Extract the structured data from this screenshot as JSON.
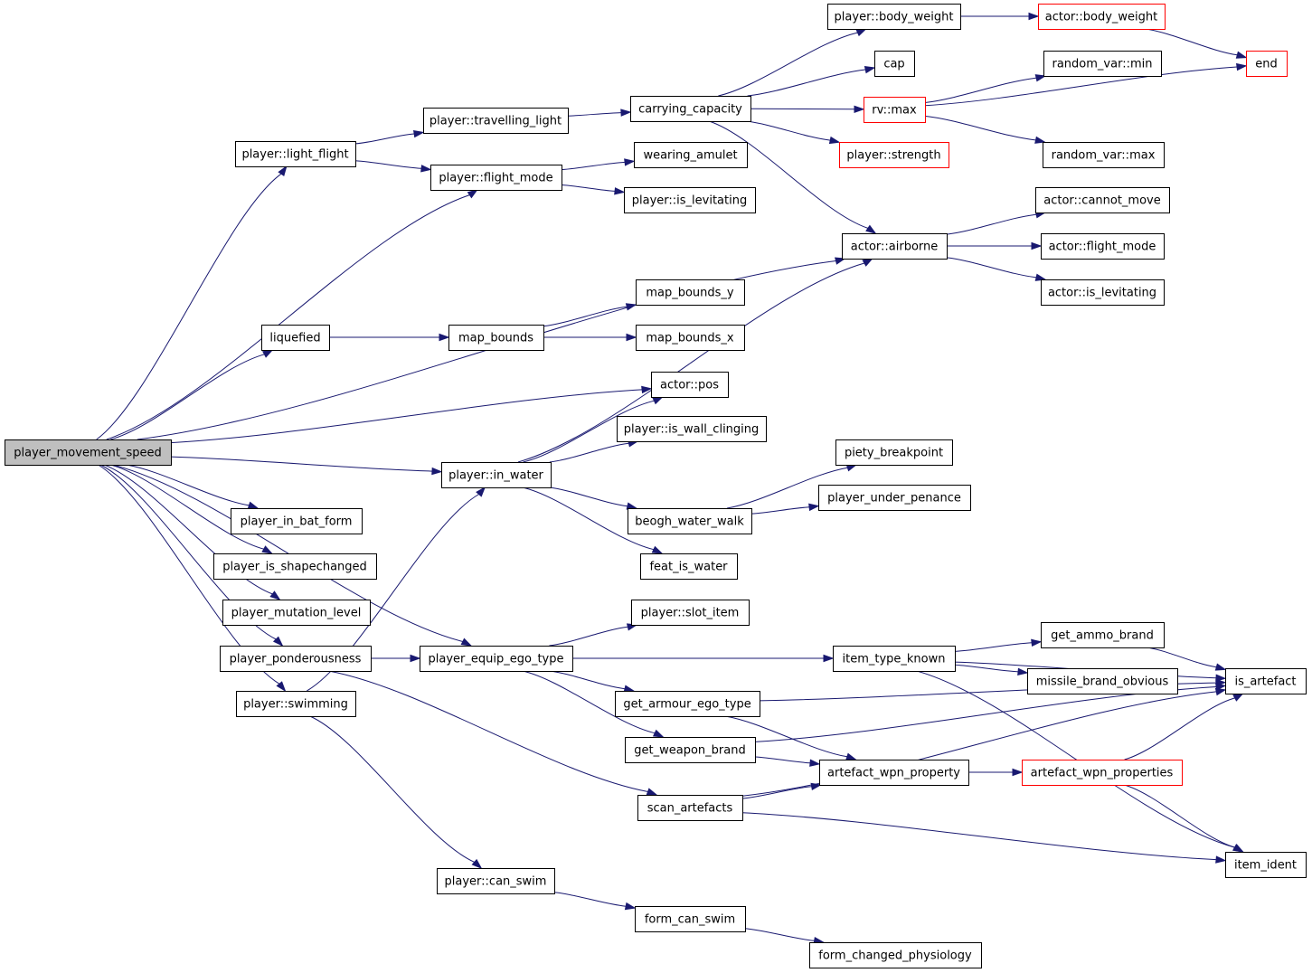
{
  "graph": {
    "colors": {
      "edge": "#191970",
      "node_border": "#000000",
      "node_border_incomplete": "#ff0000",
      "root_fill": "#bfbfbf",
      "node_fill": "#ffffff"
    },
    "nodes": [
      {
        "id": "pms",
        "label": "player_movement_speed",
        "root": true
      },
      {
        "id": "light_flight",
        "label": "player::light_flight"
      },
      {
        "id": "travelling_light",
        "label": "player::travelling_light"
      },
      {
        "id": "carrying_capacity",
        "label": "carrying_capacity"
      },
      {
        "id": "p_body_weight",
        "label": "player::body_weight"
      },
      {
        "id": "a_body_weight",
        "label": "actor::body_weight",
        "incomplete": true
      },
      {
        "id": "end",
        "label": "end",
        "incomplete": true
      },
      {
        "id": "cap",
        "label": "cap"
      },
      {
        "id": "rv_max",
        "label": "rv::max",
        "incomplete": true
      },
      {
        "id": "rv_min",
        "label": "random_var::min"
      },
      {
        "id": "rvar_max",
        "label": "random_var::max"
      },
      {
        "id": "p_strength",
        "label": "player::strength",
        "incomplete": true
      },
      {
        "id": "p_flight_mode",
        "label": "player::flight_mode"
      },
      {
        "id": "wearing_amulet",
        "label": "wearing_amulet"
      },
      {
        "id": "p_is_levitating",
        "label": "player::is_levitating"
      },
      {
        "id": "a_airborne",
        "label": "actor::airborne"
      },
      {
        "id": "a_cannot_move",
        "label": "actor::cannot_move"
      },
      {
        "id": "a_flight_mode",
        "label": "actor::flight_mode"
      },
      {
        "id": "a_is_levitating",
        "label": "actor::is_levitating"
      },
      {
        "id": "liquefied",
        "label": "liquefied"
      },
      {
        "id": "map_bounds",
        "label": "map_bounds"
      },
      {
        "id": "map_bounds_y",
        "label": "map_bounds_y"
      },
      {
        "id": "map_bounds_x",
        "label": "map_bounds_x"
      },
      {
        "id": "a_pos",
        "label": "actor::pos"
      },
      {
        "id": "wall_clinging",
        "label": "player::is_wall_clinging"
      },
      {
        "id": "in_water",
        "label": "player::in_water"
      },
      {
        "id": "piety_breakpoint",
        "label": "piety_breakpoint"
      },
      {
        "id": "beogh_water_walk",
        "label": "beogh_water_walk"
      },
      {
        "id": "under_penance",
        "label": "player_under_penance"
      },
      {
        "id": "feat_is_water",
        "label": "feat_is_water"
      },
      {
        "id": "bat_form",
        "label": "player_in_bat_form"
      },
      {
        "id": "shapechanged",
        "label": "player_is_shapechanged"
      },
      {
        "id": "mutation_level",
        "label": "player_mutation_level"
      },
      {
        "id": "ponderousness",
        "label": "player_ponderousness"
      },
      {
        "id": "equip_ego",
        "label": "player_equip_ego_type"
      },
      {
        "id": "slot_item",
        "label": "player::slot_item"
      },
      {
        "id": "item_type_known",
        "label": "item_type_known"
      },
      {
        "id": "ammo_brand",
        "label": "get_ammo_brand"
      },
      {
        "id": "missile_brand",
        "label": "missile_brand_obvious"
      },
      {
        "id": "is_artefact",
        "label": "is_artefact"
      },
      {
        "id": "armour_ego",
        "label": "get_armour_ego_type"
      },
      {
        "id": "weapon_brand",
        "label": "get_weapon_brand"
      },
      {
        "id": "wpn_property",
        "label": "artefact_wpn_property"
      },
      {
        "id": "wpn_properties",
        "label": "artefact_wpn_properties",
        "incomplete": true
      },
      {
        "id": "scan_artefacts",
        "label": "scan_artefacts"
      },
      {
        "id": "item_ident",
        "label": "item_ident"
      },
      {
        "id": "swimming",
        "label": "player::swimming"
      },
      {
        "id": "can_swim",
        "label": "player::can_swim"
      },
      {
        "id": "form_can_swim",
        "label": "form_can_swim"
      },
      {
        "id": "form_changed",
        "label": "form_changed_physiology"
      }
    ],
    "edges": [
      [
        "pms",
        "light_flight"
      ],
      [
        "pms",
        "p_flight_mode"
      ],
      [
        "pms",
        "a_airborne"
      ],
      [
        "pms",
        "liquefied"
      ],
      [
        "pms",
        "a_pos"
      ],
      [
        "pms",
        "in_water"
      ],
      [
        "pms",
        "bat_form"
      ],
      [
        "pms",
        "shapechanged"
      ],
      [
        "pms",
        "mutation_level"
      ],
      [
        "pms",
        "ponderousness"
      ],
      [
        "pms",
        "swimming"
      ],
      [
        "pms",
        "equip_ego"
      ],
      [
        "light_flight",
        "travelling_light"
      ],
      [
        "light_flight",
        "p_flight_mode"
      ],
      [
        "travelling_light",
        "carrying_capacity"
      ],
      [
        "carrying_capacity",
        "p_body_weight"
      ],
      [
        "carrying_capacity",
        "cap"
      ],
      [
        "carrying_capacity",
        "rv_max"
      ],
      [
        "carrying_capacity",
        "p_strength"
      ],
      [
        "carrying_capacity",
        "a_airborne"
      ],
      [
        "p_body_weight",
        "a_body_weight"
      ],
      [
        "a_body_weight",
        "end"
      ],
      [
        "rv_max",
        "rv_min"
      ],
      [
        "rv_max",
        "end"
      ],
      [
        "rv_max",
        "rvar_max"
      ],
      [
        "p_flight_mode",
        "wearing_amulet"
      ],
      [
        "p_flight_mode",
        "p_is_levitating"
      ],
      [
        "a_airborne",
        "a_cannot_move"
      ],
      [
        "a_airborne",
        "a_flight_mode"
      ],
      [
        "a_airborne",
        "a_is_levitating"
      ],
      [
        "liquefied",
        "map_bounds"
      ],
      [
        "map_bounds",
        "map_bounds_y"
      ],
      [
        "map_bounds",
        "map_bounds_x"
      ],
      [
        "in_water",
        "a_pos"
      ],
      [
        "in_water",
        "wall_clinging"
      ],
      [
        "in_water",
        "a_airborne"
      ],
      [
        "in_water",
        "beogh_water_walk"
      ],
      [
        "in_water",
        "feat_is_water"
      ],
      [
        "beogh_water_walk",
        "piety_breakpoint"
      ],
      [
        "beogh_water_walk",
        "under_penance"
      ],
      [
        "ponderousness",
        "equip_ego"
      ],
      [
        "ponderousness",
        "scan_artefacts"
      ],
      [
        "equip_ego",
        "slot_item"
      ],
      [
        "equip_ego",
        "item_type_known"
      ],
      [
        "equip_ego",
        "armour_ego"
      ],
      [
        "equip_ego",
        "weapon_brand"
      ],
      [
        "item_type_known",
        "ammo_brand"
      ],
      [
        "item_type_known",
        "missile_brand"
      ],
      [
        "item_type_known",
        "is_artefact"
      ],
      [
        "item_type_known",
        "item_ident"
      ],
      [
        "ammo_brand",
        "is_artefact"
      ],
      [
        "armour_ego",
        "is_artefact"
      ],
      [
        "armour_ego",
        "wpn_property"
      ],
      [
        "weapon_brand",
        "is_artefact"
      ],
      [
        "weapon_brand",
        "wpn_property"
      ],
      [
        "wpn_property",
        "wpn_properties"
      ],
      [
        "wpn_properties",
        "is_artefact"
      ],
      [
        "wpn_properties",
        "item_ident"
      ],
      [
        "scan_artefacts",
        "wpn_property"
      ],
      [
        "scan_artefacts",
        "is_artefact"
      ],
      [
        "scan_artefacts",
        "item_ident"
      ],
      [
        "swimming",
        "in_water"
      ],
      [
        "swimming",
        "can_swim"
      ],
      [
        "can_swim",
        "form_can_swim"
      ],
      [
        "form_can_swim",
        "form_changed"
      ]
    ]
  }
}
